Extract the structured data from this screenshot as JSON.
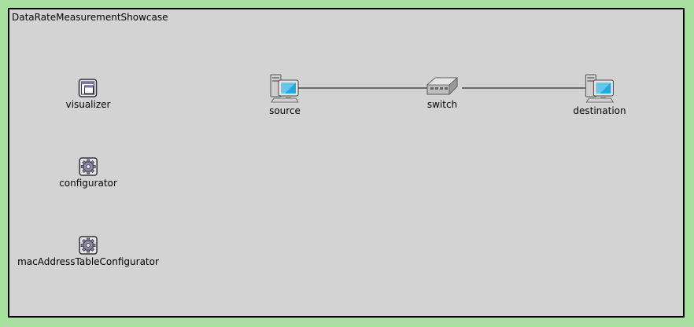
{
  "network": {
    "title": "DataRateMeasurementShowcase"
  },
  "modules": {
    "visualizer": {
      "label": "visualizer",
      "icon": "visualizer-window-icon"
    },
    "configurator": {
      "label": "configurator",
      "icon": "cogwheel-icon"
    },
    "mac_configurator": {
      "label": "macAddressTableConfigurator",
      "icon": "cogwheel-icon"
    }
  },
  "nodes": {
    "source": {
      "label": "source",
      "icon": "desktop-computer-icon"
    },
    "switch": {
      "label": "switch",
      "icon": "network-switch-icon"
    },
    "destination": {
      "label": "destination",
      "icon": "desktop-computer-icon"
    }
  },
  "colors": {
    "background": "#a8e0a0",
    "canvas": "#d3d3d3",
    "link": "#000000"
  }
}
